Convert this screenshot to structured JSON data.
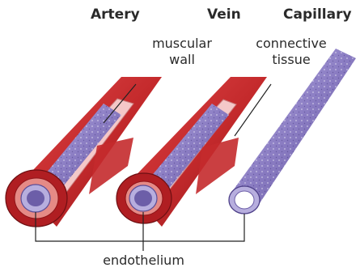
{
  "titles": {
    "artery": "Artery",
    "vein": "Vein",
    "capillary": "Capillary"
  },
  "labels": {
    "muscular_wall_1": "muscular",
    "muscular_wall_2": "wall",
    "connective_tissue_1": "connective",
    "connective_tissue_2": "tissue",
    "endothelium": "endothelium"
  },
  "colors": {
    "outer_red": "#c42a2c",
    "dark_red": "#8e1418",
    "light_red": "#e58a86",
    "pink_layer": "#f4c8c8",
    "endothelium_purple": "#7b6bb3",
    "endothelium_light": "#b7aede",
    "capillary_purple": "#8a7cc2"
  }
}
